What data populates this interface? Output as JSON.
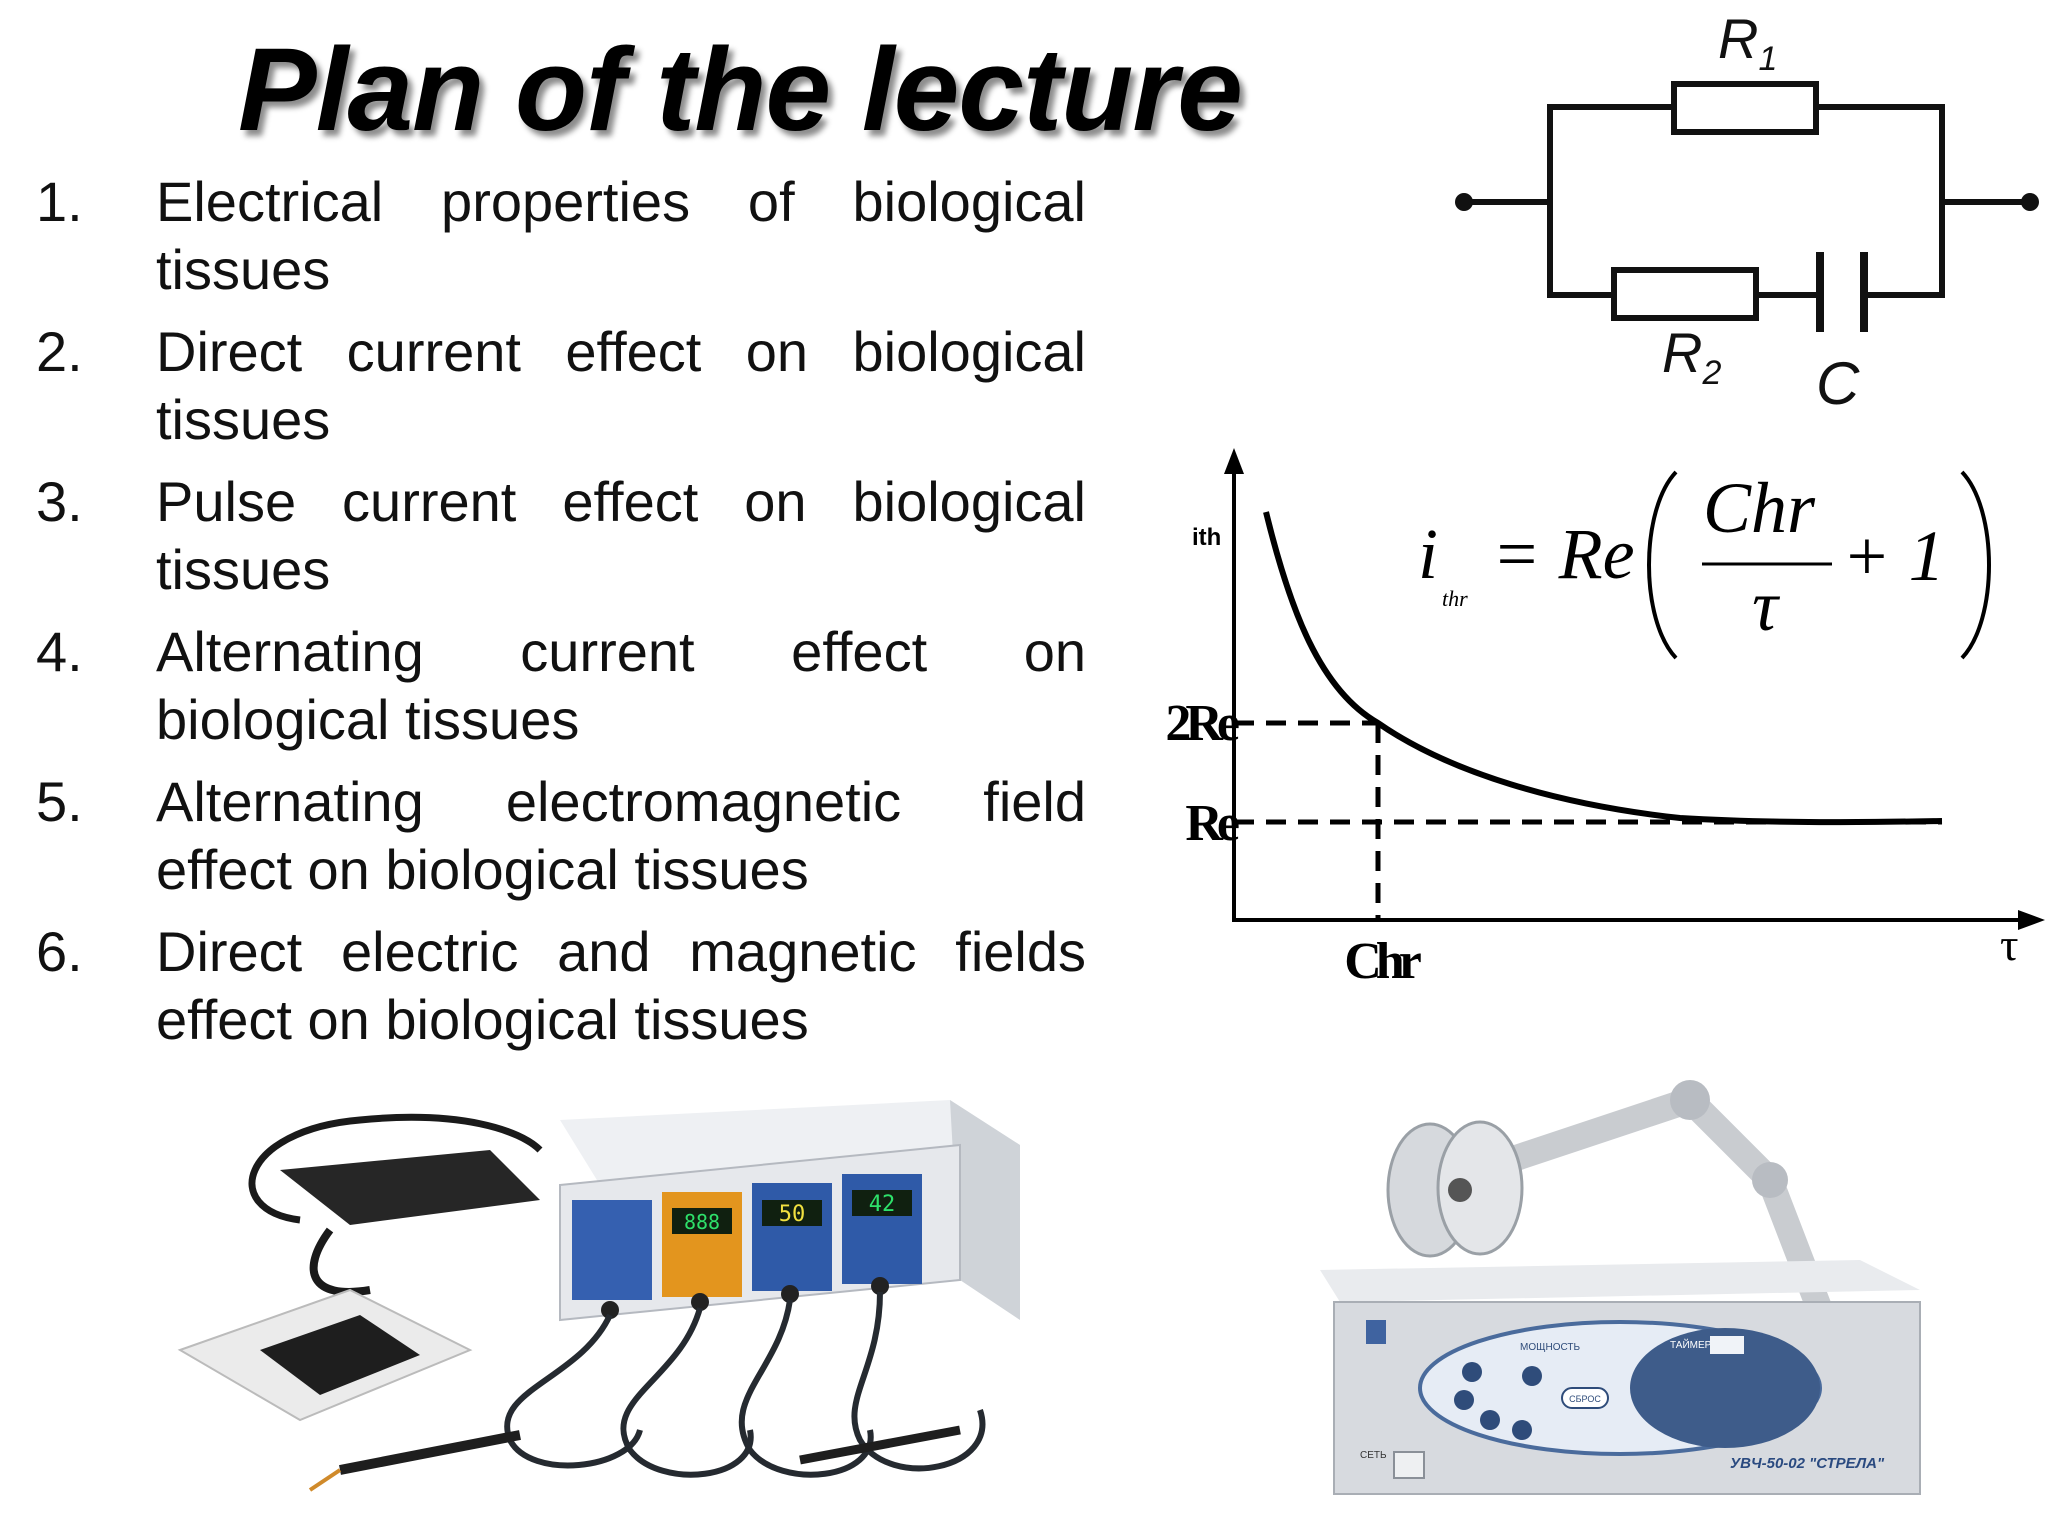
{
  "slide": {
    "title": "Plan of the lecture",
    "items": [
      {
        "num": "1.",
        "text": "Electrical properties of biological tissues"
      },
      {
        "num": "2.",
        "text": "Direct current effect on biological tissues"
      },
      {
        "num": "3.",
        "text": "Pulse current effect on biological tissues"
      },
      {
        "num": "4.",
        "text": "Alternating current effect on biological tissues"
      },
      {
        "num": "5.",
        "text": "Alternating electromagnetic field effect on biological tissues"
      },
      {
        "num": "6.",
        "text": "Direct electric and magnetic fields effect on biological tissues"
      }
    ]
  },
  "circuit": {
    "r1_label": "R",
    "r1_sub": "1",
    "r2_label": "R",
    "r2_sub": "2",
    "c_label": "C"
  },
  "graph": {
    "y_axis_label": "ith",
    "level_2re": "2Re",
    "level_re": "Re",
    "x_marker": "Chr",
    "x_axis_label": "τ",
    "formula": {
      "lhs": "i",
      "lhs_sub": "thr",
      "equals": "= Re",
      "numerator": "Chr",
      "denominator": "τ",
      "plus_one": "+ 1"
    }
  },
  "device1": {
    "display_1": "888",
    "display_2": "50",
    "display_3": "42"
  },
  "device2": {
    "model_label": "УВЧ-50-02 \"СТРЕЛА\"",
    "power_label": "МОЩНОСТЬ",
    "timer_label": "ТАЙМЕР",
    "reset_label": "СБРОС",
    "network_label": "СЕТЬ"
  }
}
